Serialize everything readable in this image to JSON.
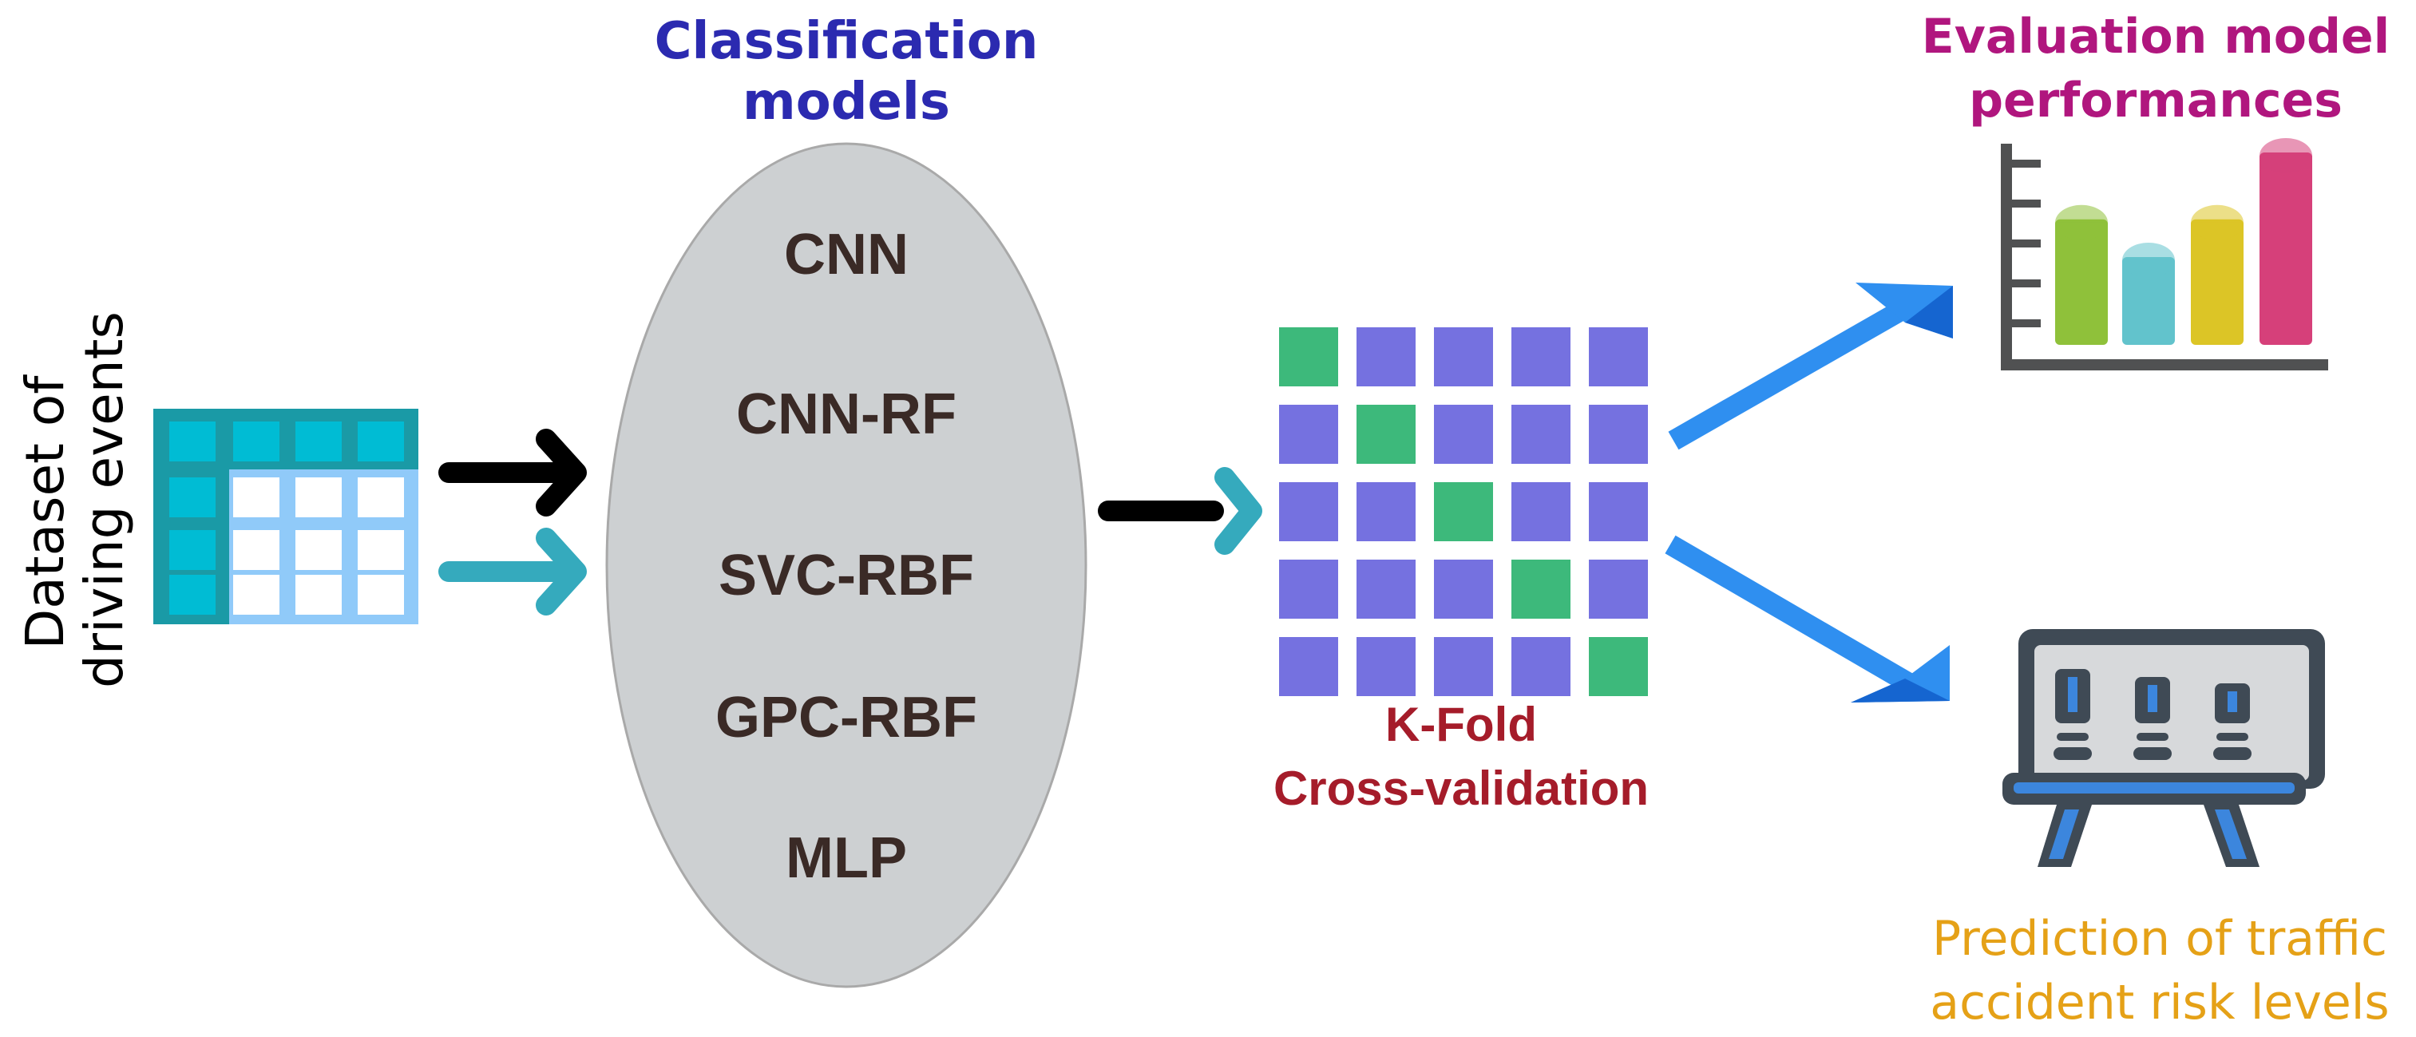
{
  "dataset": {
    "label_line1": "Dataset of",
    "label_line2": "driving events",
    "table_header_color": "#00bcd4",
    "table_frame_color": "#1a9aa6",
    "table_cell_color": "#90caf9"
  },
  "classification": {
    "title_line1": "Classification",
    "title_line2": "models",
    "title_color": "#2b2ab0",
    "ellipse_color": "#cdd0d2",
    "models": [
      "CNN",
      "CNN-RF",
      "SVC-RBF",
      "GPC-RBF",
      "MLP"
    ]
  },
  "kfold": {
    "label_line1": "K-Fold",
    "label_line2": "Cross-validation",
    "label_color": "#a51c2a",
    "train_color": "#7571e0",
    "test_color": "#3db97b",
    "grid_size": 5
  },
  "evaluation": {
    "title_line1": "Evaluation model",
    "title_line2": "performances",
    "title_color": "#b0167e",
    "bar_colors": [
      "#8fc13a",
      "#62c3cc",
      "#dcc526",
      "#d6407a"
    ],
    "bar_levels": [
      0.6,
      0.42,
      0.6,
      0.92
    ]
  },
  "prediction": {
    "label_line1": "Prediction of traffic",
    "label_line2": "accident risk levels",
    "label_color": "#e5a117"
  },
  "arrows": {
    "primary_color": "#000000",
    "secondary_color": "#35aabd",
    "output_color": "#2f8ff0"
  }
}
